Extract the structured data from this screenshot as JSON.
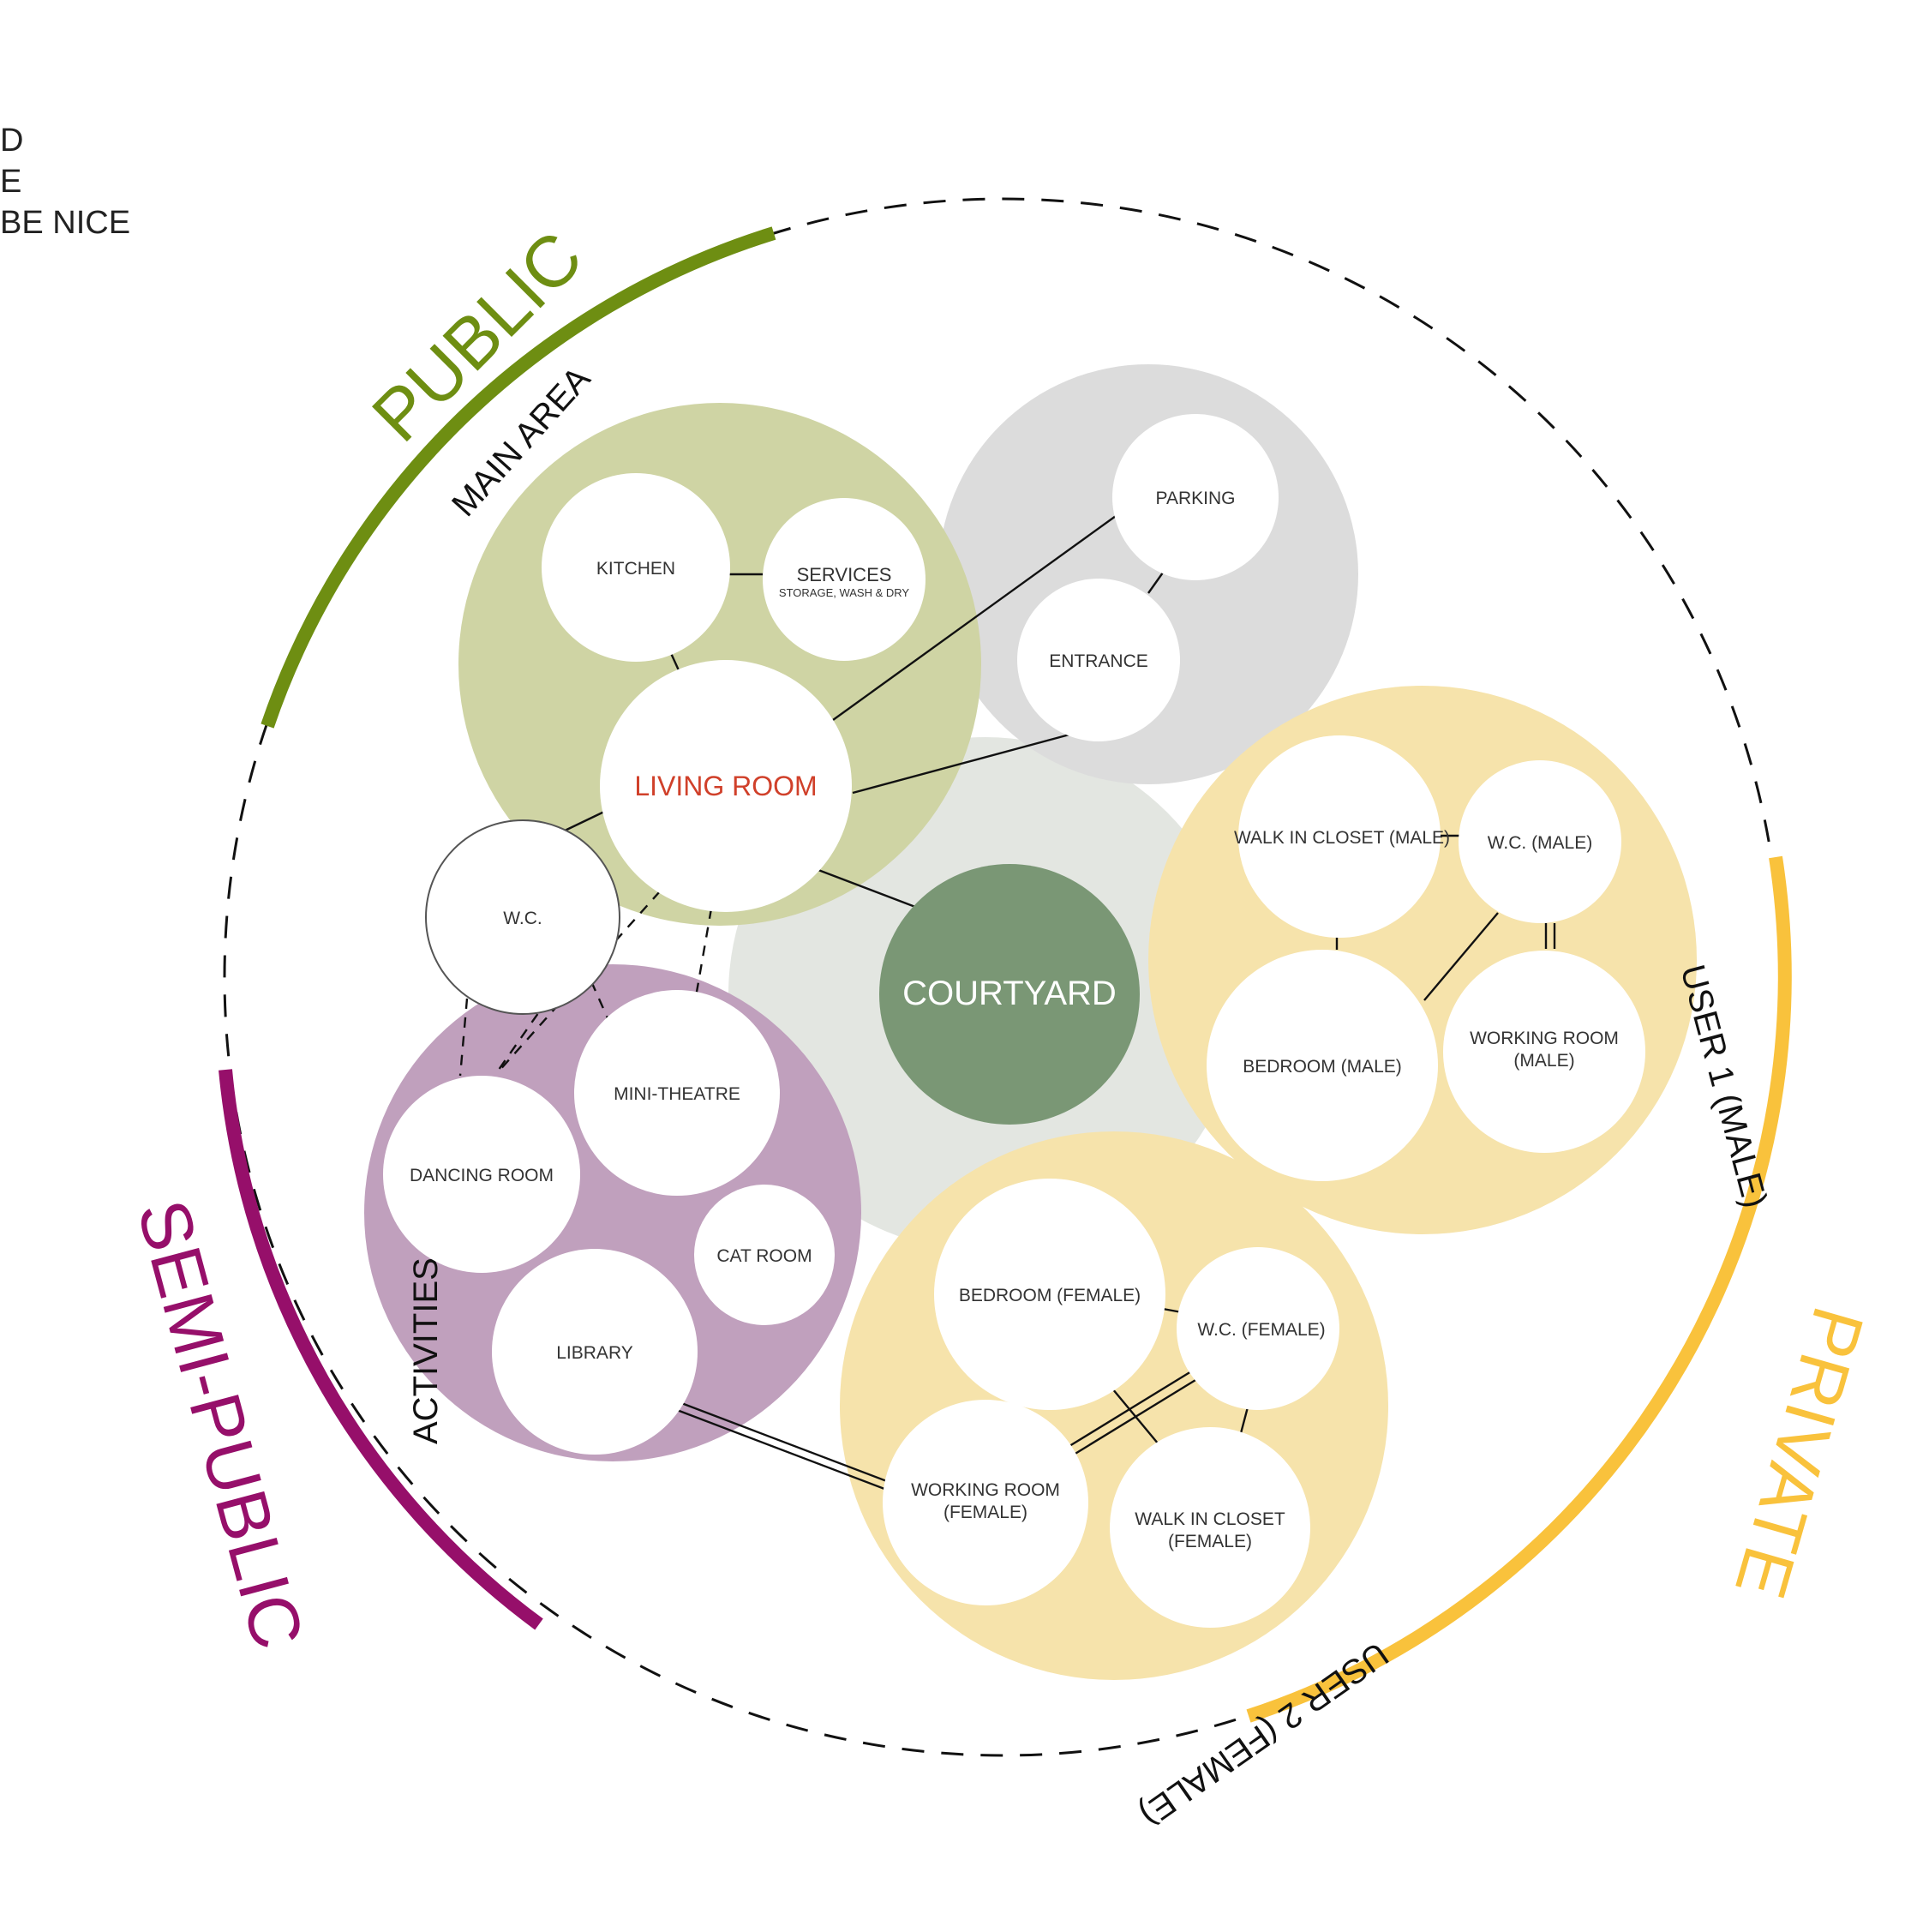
{
  "legend": {
    "line1": "D",
    "line2": "E",
    "line3": "BE NICE"
  },
  "zones": {
    "public": "PUBLIC",
    "semi_public": "SEMI-PUBLIC",
    "private": "PRIVATE"
  },
  "groups": {
    "main_area": "MAIN AREA",
    "activities": "ACTIVITIES",
    "user1": "USER 1 (MALE)",
    "user2": "USER 2 (FEMALE)"
  },
  "rooms": {
    "kitchen": "KITCHEN",
    "services": "SERVICES",
    "services_sub": "STORAGE, WASH & DRY",
    "parking": "PARKING",
    "entrance": "ENTRANCE",
    "living_room": "LIVING ROOM",
    "wc": "W.C.",
    "courtyard": "COURTYARD",
    "walk_in_closet_male": "WALK IN CLOSET (MALE)",
    "wc_male": "W.C. (MALE)",
    "bedroom_male": "BEDROOM (MALE)",
    "working_room_male_1": "WORKING ROOM",
    "working_room_male_2": "(MALE)",
    "mini_theatre": "MINI-THEATRE",
    "dancing_room": "DANCING ROOM",
    "cat_room": "CAT ROOM",
    "library": "LIBRARY",
    "bedroom_female": "BEDROOM (FEMALE)",
    "wc_female": "W.C. (FEMALE)",
    "working_room_female_1": "WORKING ROOM",
    "working_room_female_2": "(FEMALE)",
    "walk_in_closet_female_1": "WALK IN CLOSET",
    "walk_in_closet_female_2": "(FEMALE)"
  },
  "colors": {
    "public": "#6e8e12",
    "semi_public": "#960f6a",
    "private": "#f9c23c",
    "main_area_fill": "#cfd4a4",
    "service_fill": "#dcdcdc",
    "courtyard_zone_fill": "#e3e6e1",
    "activities_fill": "#c0a0bd",
    "private_fill": "#f6e3ab",
    "courtyard": "#7a9775",
    "living_room_text": "#d0402a"
  }
}
